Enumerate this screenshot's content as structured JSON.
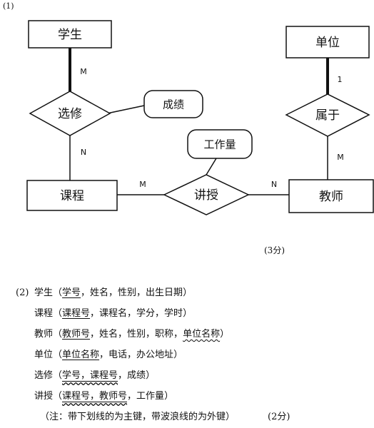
{
  "part1": {
    "label": "(1)",
    "score": "(3分)"
  },
  "entities": {
    "student": "学生",
    "unit": "单位",
    "course": "课程",
    "teacher": "教师"
  },
  "relationships": {
    "elective": "选修",
    "belongs": "属于",
    "teaches": "讲授"
  },
  "attributes": {
    "grade": "成绩",
    "workload": "工作量"
  },
  "cardinalities": {
    "student_elective": "M",
    "elective_course": "N",
    "course_teaches": "M",
    "teaches_teacher": "N",
    "unit_belongs": "1",
    "belongs_teacher": "M"
  },
  "part2": {
    "label": "(2)",
    "relations": [
      {
        "name": "学生",
        "open": "（",
        "attrs": [
          {
            "text": "学号",
            "key": "pk"
          },
          {
            "text": "，姓名，性别，出生日期",
            "key": ""
          }
        ],
        "close": "）"
      },
      {
        "name": "课程",
        "open": "（",
        "attrs": [
          {
            "text": "课程号",
            "key": "pk"
          },
          {
            "text": "，课程名，学分，学时",
            "key": ""
          }
        ],
        "close": "）"
      },
      {
        "name": "教师",
        "open": "（",
        "attrs": [
          {
            "text": "教师号",
            "key": "pk"
          },
          {
            "text": "，姓名，性别，职称，",
            "key": ""
          },
          {
            "text": "单位名称",
            "key": "fk"
          }
        ],
        "close": "）"
      },
      {
        "name": "单位",
        "open": "（",
        "attrs": [
          {
            "text": "单位名称",
            "key": "pk"
          },
          {
            "text": "，电话，办公地址",
            "key": ""
          }
        ],
        "close": "）"
      },
      {
        "name": "选修",
        "open": "（",
        "attrs": [
          {
            "text": "学号，课程号",
            "key": "pkfk"
          },
          {
            "text": "，成绩",
            "key": ""
          }
        ],
        "close": "）"
      },
      {
        "name": "讲授",
        "open": "（",
        "attrs": [
          {
            "text": "课程号，教师号",
            "key": "pkfk"
          },
          {
            "text": "，工作量",
            "key": ""
          }
        ],
        "close": "）"
      }
    ],
    "note": "（注：带下划线的为主键，带波浪线的为外键）",
    "score": "(2分)"
  }
}
